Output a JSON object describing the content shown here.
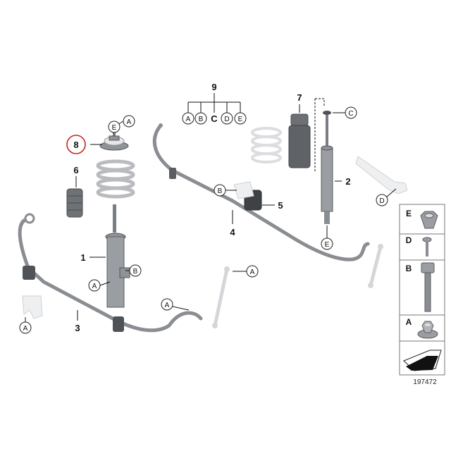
{
  "callouts": {
    "c1": "1",
    "c2": "2",
    "c3": "3",
    "c4": "4",
    "c5": "5",
    "c6": "6",
    "c7": "7",
    "c8": "8",
    "c9": "9"
  },
  "letters": {
    "A": "A",
    "B": "B",
    "C": "C",
    "D": "D",
    "E": "E"
  },
  "group9": [
    "A",
    "B",
    "C",
    "D",
    "E"
  ],
  "legend": {
    "rows": [
      "E",
      "D",
      "B",
      "A"
    ]
  },
  "doc_number": "197472",
  "colors": {
    "highlight": "#cc2222",
    "part": "#8f9296",
    "line": "#111111"
  }
}
